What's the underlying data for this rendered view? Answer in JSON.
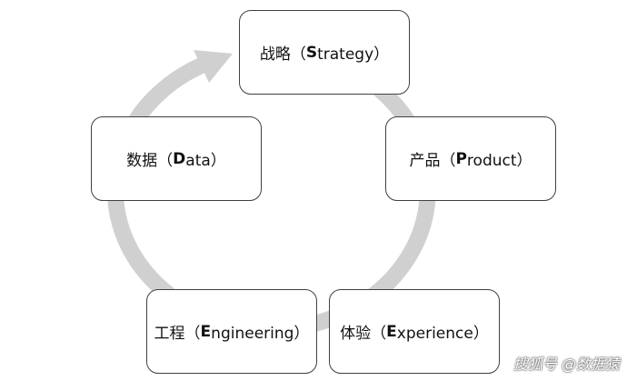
{
  "diagram": {
    "nodes": [
      {
        "id": "strategy",
        "pre": "战略（",
        "initial": "S",
        "rest": "trategy）"
      },
      {
        "id": "product",
        "pre": "产品（",
        "initial": "P",
        "rest": "roduct）"
      },
      {
        "id": "experience",
        "pre": "体验（",
        "initial": "E",
        "rest": "xperience）"
      },
      {
        "id": "engineering",
        "pre": "工程（",
        "initial": "E",
        "rest": "ngineering）"
      },
      {
        "id": "data",
        "pre": "数据（",
        "initial": "D",
        "rest": "ata）"
      }
    ],
    "ring_color": "#d0d0d0",
    "border_color": "#404040"
  },
  "watermark": {
    "platform": "搜狐号",
    "account": "@数据猿"
  }
}
